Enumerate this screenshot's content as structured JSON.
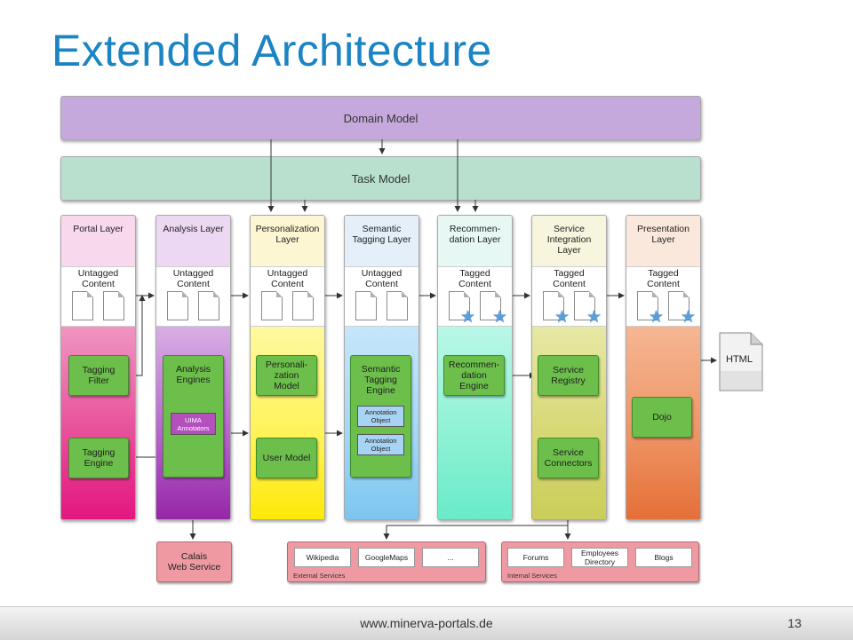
{
  "title": "Extended Architecture",
  "domain_model": "Domain Model",
  "task_model": "Task Model",
  "layers": [
    {
      "name_lines": [
        "Portal Layer"
      ],
      "content_lines": [
        "Untagged",
        "Content"
      ],
      "tagged": false
    },
    {
      "name_lines": [
        "Analysis Layer"
      ],
      "content_lines": [
        "Untagged",
        "Content"
      ],
      "tagged": false
    },
    {
      "name_lines": [
        "Personalization",
        "Layer"
      ],
      "content_lines": [
        "Untagged",
        "Content"
      ],
      "tagged": false
    },
    {
      "name_lines": [
        "Semantic",
        "Tagging Layer"
      ],
      "content_lines": [
        "Untagged",
        "Content"
      ],
      "tagged": false
    },
    {
      "name_lines": [
        "Recommen-",
        "dation Layer"
      ],
      "content_lines": [
        "Tagged",
        "Content"
      ],
      "tagged": true
    },
    {
      "name_lines": [
        "Service",
        "Integration",
        "Layer"
      ],
      "content_lines": [
        "Tagged",
        "Content"
      ],
      "tagged": true
    },
    {
      "name_lines": [
        "Presentation",
        "Layer"
      ],
      "content_lines": [
        "Tagged",
        "Content"
      ],
      "tagged": true
    }
  ],
  "components": {
    "tagging_filter": [
      "Tagging",
      "Filter"
    ],
    "tagging_engine": [
      "Tagging",
      "Engine"
    ],
    "analysis_engines": [
      "Analysis",
      "Engines"
    ],
    "uima_annotators": [
      "UIMA",
      "Annotators"
    ],
    "personalization_model": [
      "Personali-",
      "zation",
      "Model"
    ],
    "user_model": [
      "User Model"
    ],
    "semantic_tagging_engine": [
      "Semantic",
      "Tagging",
      "Engine"
    ],
    "annotation_object_1": [
      "Annotation",
      "Object"
    ],
    "annotation_object_2": [
      "Annotation",
      "Object"
    ],
    "recommendation_engine": [
      "Recommen-",
      "dation",
      "Engine"
    ],
    "service_registry": [
      "Service",
      "Registry"
    ],
    "service_connectors": [
      "Service",
      "Connectors"
    ],
    "dojo": [
      "Dojo"
    ]
  },
  "html_output": "HTML",
  "calais": [
    "Calais",
    "Web Service"
  ],
  "external_services": {
    "label": "External Services",
    "items": [
      "Wikipedia",
      "GoogleMaps",
      "..."
    ]
  },
  "internal_services": {
    "label": "Internal Services",
    "items": [
      [
        "Forums"
      ],
      [
        "Employees",
        "Directory"
      ],
      [
        "Blogs"
      ]
    ]
  },
  "footer": {
    "url": "www.minerva-portals.de",
    "page": "13"
  },
  "colors": {
    "title": "#1a84c4",
    "domain_model": "#c5a8dc",
    "task_model": "#b9e0cf",
    "component": "#6dbf4c",
    "external_box": "#ef9aa3",
    "star": "#5a9fdc"
  }
}
